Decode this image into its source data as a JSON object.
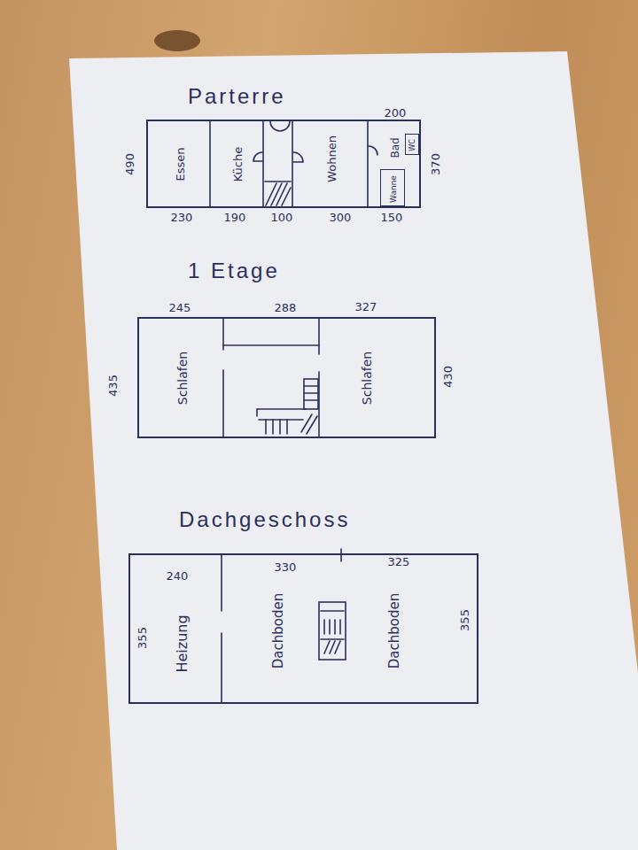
{
  "diagram": {
    "nodes": [
      {
        "text": [
          "Parterre"
        ]
      },
      {
        "text": [
          "Essen"
        ],
        "in": 0
      },
      {
        "text": [
          "Küche"
        ],
        "in": 0
      },
      {
        "text": [
          "Wohnen"
        ],
        "in": 0
      },
      {
        "text": [
          "Bad"
        ],
        "in": 0
      },
      {
        "text": [
          "Wanne"
        ],
        "in": 4
      },
      {
        "text": [
          "WC"
        ],
        "in": 4
      },
      {
        "text": [
          "1 Etage"
        ]
      },
      {
        "text": [
          "Schlafen"
        ],
        "in": 7
      },
      {
        "text": [
          "Schlafen"
        ],
        "in": 7
      },
      {
        "text": [
          "Dachgeschoss"
        ]
      },
      {
        "text": [
          "Heizung"
        ],
        "in": 10
      },
      {
        "text": [
          "Dachboden"
        ],
        "in": 10
      },
      {
        "text": [
          "Dachboden"
        ],
        "in": 10
      }
    ],
    "labels": [
      "490",
      "230",
      "190",
      "100",
      "300",
      "150",
      "200",
      "370",
      "245",
      "288",
      "327",
      "435",
      "430",
      "240",
      "330",
      "325",
      "355",
      "355"
    ]
  }
}
